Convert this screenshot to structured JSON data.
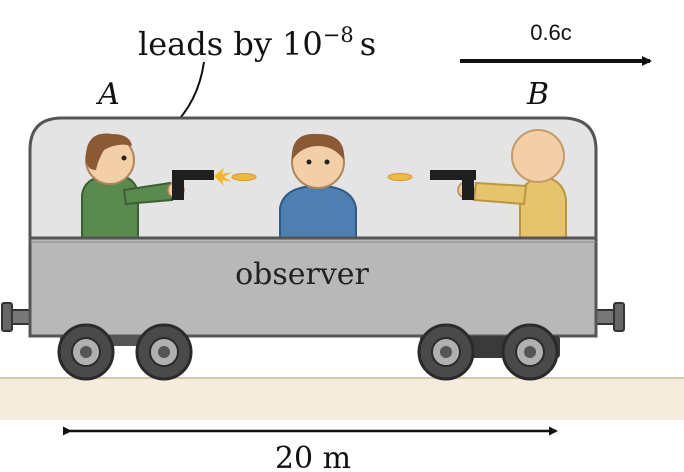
{
  "annotation": {
    "text": "leads by 10",
    "exponent": "−8",
    "unit": "s"
  },
  "velocity_label": "0.6c",
  "label_a": "A",
  "label_b": "B",
  "car_label": "observer",
  "length_label": "20 m",
  "colors": {
    "person_a_shirt": "#5b8a4e",
    "person_observer_shirt": "#4f7fb0",
    "person_b_shirt": "#e6c46e",
    "car_body": "#b8b8b8",
    "car_window": "#e5e5e5",
    "ground": "#f3e8d6"
  }
}
